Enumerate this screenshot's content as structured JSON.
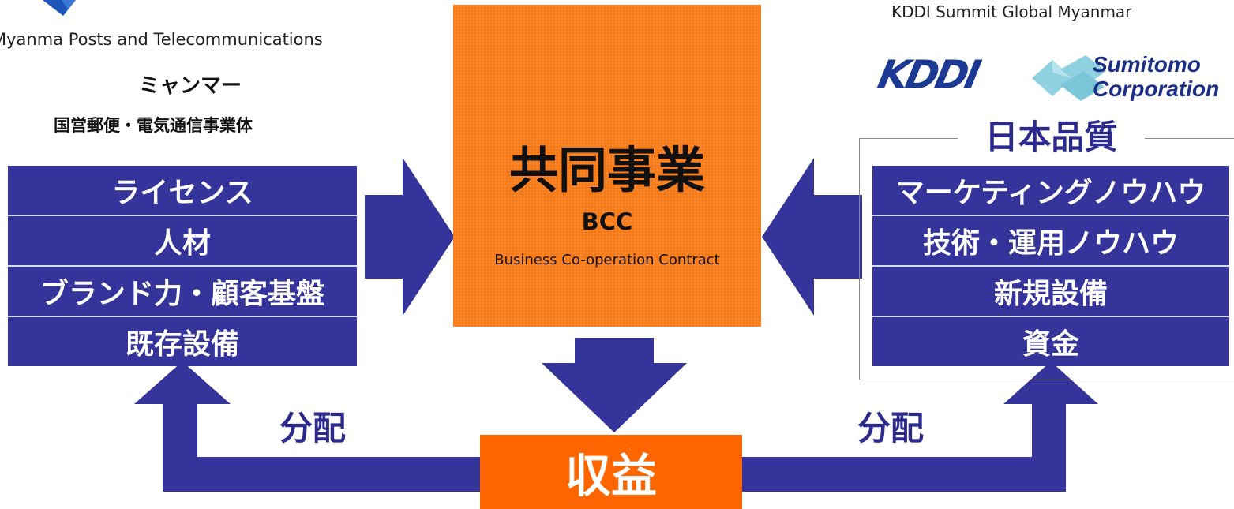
{
  "colors": {
    "navy": "#35349a",
    "orange": "#f47a1c",
    "revenue_orange": "#ff6600",
    "heading_navy": "#2d2a8e"
  },
  "left_party": {
    "logo_icon": "mpt-star-logo",
    "name_en": "Myanma Posts and Telecommunications",
    "name_jp_line1": "ミャンマー",
    "name_jp_line2": "国営郵便・電気通信事業体",
    "contributions": [
      "ライセンス",
      "人材",
      "ブランド力・顧客基盤",
      "既存設備"
    ]
  },
  "right_party": {
    "name_en": "KDDI Summit Global Myanmar",
    "logo_kddi": "KDDI",
    "logo_sumitomo_line1": "Sumitomo",
    "logo_sumitomo_line2": "Corporation",
    "frame_title": "日本品質",
    "contributions": [
      "マーケティングノウハウ",
      "技術・運用ノウハウ",
      "新規設備",
      "資金"
    ]
  },
  "center": {
    "title": "共同事業",
    "abbr": "BCC",
    "abbr_full": "Business Co-operation Contract"
  },
  "revenue": {
    "label": "収益"
  },
  "distribution": {
    "left_label": "分配",
    "right_label": "分配"
  }
}
